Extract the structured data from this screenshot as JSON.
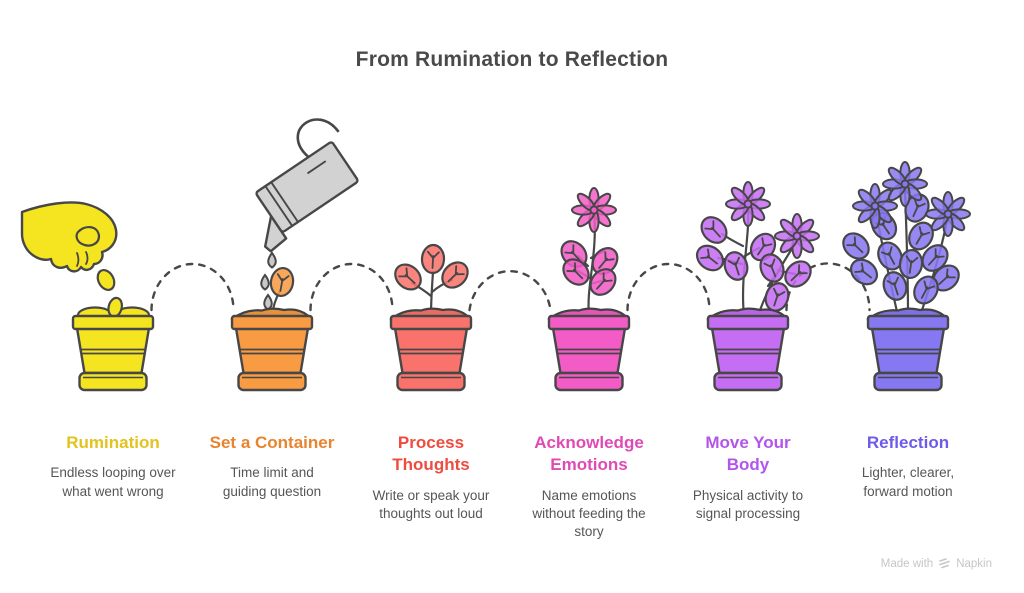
{
  "page": {
    "title": "From Rumination to Reflection"
  },
  "colors": {
    "outline": "#474747",
    "title_text": "#4a4a4a",
    "desc_text": "#565656",
    "watering_can": "#d2d2d2",
    "drop": "#c9c9c9",
    "watermark": "#c6c6c6"
  },
  "stages": [
    {
      "title": "Rumination",
      "description": "Endless looping over\nwhat went wrong",
      "color": "#e2c31f",
      "pot_color": "#f5e420",
      "plant": "seeds"
    },
    {
      "title": "Set a Container",
      "description": "Time limit and\nguiding question",
      "color": "#e8842d",
      "pot_color": "#f89b43",
      "plant": "sprout"
    },
    {
      "title": "Process\nThoughts",
      "description": "Write or speak your\nthoughts out loud",
      "color": "#ef4b3f",
      "pot_color": "#f9736c",
      "plant": "seedling"
    },
    {
      "title": "Acknowledge\nEmotions",
      "description": "Name emotions\nwithout feeding the\nstory",
      "color": "#e04ab4",
      "pot_color": "#f35cc6",
      "plant": "budding-flower"
    },
    {
      "title": "Move Your\nBody",
      "description": "Physical activity to\nsignal processing",
      "color": "#b355eb",
      "pot_color": "#c56df3",
      "plant": "two-flowers"
    },
    {
      "title": "Reflection",
      "description": "Lighter, clearer,\nforward motion",
      "color": "#6d5be9",
      "pot_color": "#8678f1",
      "plant": "full-bloom"
    }
  ],
  "footer": {
    "made_with": "Made with",
    "brand": "Napkin"
  }
}
